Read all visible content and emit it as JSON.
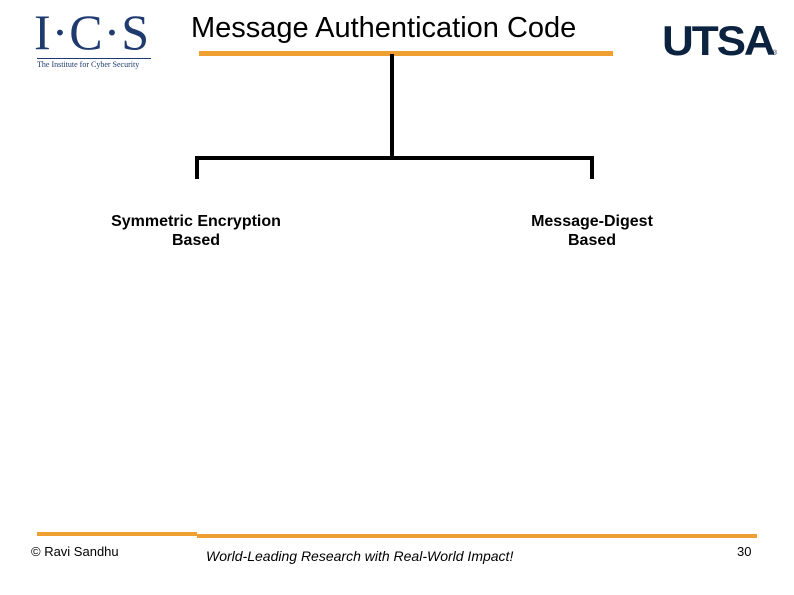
{
  "colors": {
    "accent": "#f0a030",
    "ics_navy": "#1e3a6e",
    "utsa_navy": "#0c2340"
  },
  "logos": {
    "ics": {
      "mark": "I·C·S",
      "subtitle": "The Institute for Cyber Security"
    },
    "utsa": {
      "mark": "UTSA",
      "registered": "®"
    }
  },
  "slide": {
    "title": "Message Authentication Code",
    "tree": {
      "left": {
        "line1": "Symmetric Encryption",
        "line2": "Based"
      },
      "right": {
        "line1": "Message-Digest",
        "line2": "Based"
      }
    }
  },
  "footer": {
    "copyright": "© Ravi  Sandhu",
    "tagline": "World-Leading Research with Real-World Impact!",
    "page_number": "30"
  }
}
